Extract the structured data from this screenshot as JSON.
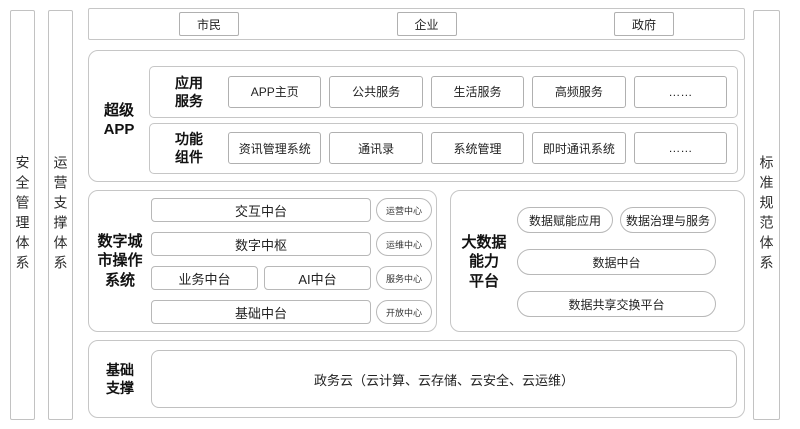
{
  "diagram": {
    "side_bars": {
      "left": [
        {
          "label": "安全管理体系"
        },
        {
          "label": "运营支撑体系"
        }
      ],
      "right": [
        {
          "label": "标准规范体系"
        }
      ]
    },
    "users_row": {
      "items": [
        "市民",
        "企业",
        "政府"
      ]
    },
    "super_app": {
      "title": "超级APP",
      "title_lines": [
        "超级",
        "APP"
      ],
      "rows": [
        {
          "label": "应用服务",
          "label_lines": [
            "应用",
            "服务"
          ],
          "items": [
            "APP主页",
            "公共服务",
            "生活服务",
            "高频服务",
            "……"
          ]
        },
        {
          "label": "功能组件",
          "label_lines": [
            "功能",
            "组件"
          ],
          "items": [
            "资讯管理系统",
            "通讯录",
            "系统管理",
            "即时通讯系统",
            "……"
          ]
        }
      ]
    },
    "dcos": {
      "title": "数字城市操作系统",
      "title_lines": [
        "数字城",
        "市操作",
        "系统"
      ],
      "platform_rows": [
        {
          "boxes": [
            "交互中台"
          ],
          "center": "运营中心"
        },
        {
          "boxes": [
            "数字中枢"
          ],
          "center": "运维中心"
        },
        {
          "boxes": [
            "业务中台",
            "AI中台"
          ],
          "center": "服务中心"
        },
        {
          "boxes": [
            "基础中台"
          ],
          "center": "开放中心"
        }
      ]
    },
    "bigdata": {
      "title": "大数据能力平台",
      "title_lines": [
        "大数据",
        "能力",
        "平台"
      ],
      "rows": [
        {
          "pills": [
            "数据赋能应用",
            "数据治理与服务"
          ]
        },
        {
          "pills": [
            "数据中台"
          ]
        },
        {
          "pills": [
            "数据共享交换平台"
          ]
        }
      ]
    },
    "foundation": {
      "title": "基础支撑",
      "title_lines": [
        "基础",
        "支撑"
      ],
      "content": "政务云（云计算、云存储、云安全、云运维）"
    },
    "colors": {
      "border_outer": "#c6c6c6",
      "border_inner": "#b0b0b0",
      "text": "#333333",
      "title_text": "#111111",
      "background": "#ffffff"
    }
  }
}
